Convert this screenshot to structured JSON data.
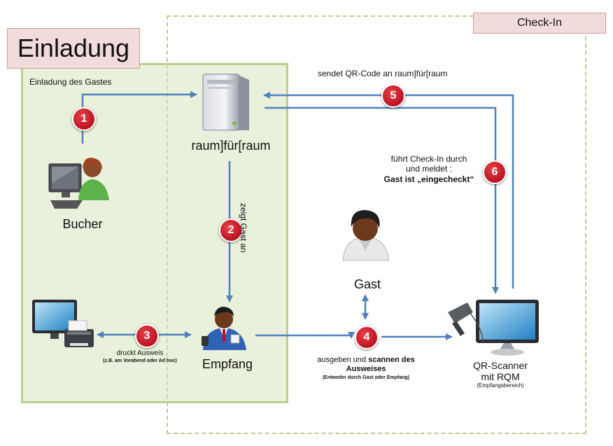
{
  "header": {
    "einladung_title": "Einladung",
    "checkin_title": "Check-In"
  },
  "labels": {
    "einladung_des_gastes": "Einladung des Gastes",
    "sendet_qr": "sendet QR-Code an raum]für[raum",
    "zeigt_gast_an": "zeigt Gast an",
    "fuehrt_checkin_line1": "führt Check-In durch",
    "fuehrt_checkin_line2": "und meldet :",
    "gast_eingecheckt": "Gast ist „eingecheckt“",
    "druckt_ausweis": "druckt Ausweis",
    "druckt_ausweis_sub": "(z.B. am Vorabend oder Ad hoc)",
    "ausgeben_prefix": "ausgeben und",
    "ausgeben_bold1": "scannen des",
    "ausgeben_bold2": "Ausweises",
    "ausgeben_sub": "(Entweder durch Gast oder Empfang)"
  },
  "nodes": {
    "server": "raum]für[raum",
    "bucher": "Bucher",
    "empfang": "Empfang",
    "gast": "Gast",
    "scanner_line1": "QR-Scanner",
    "scanner_line2": "mit RQM",
    "scanner_sub": "(Empfangsbereich)"
  },
  "steps": [
    "1",
    "2",
    "3",
    "4",
    "5",
    "6"
  ],
  "colors": {
    "arrow": "#4f81bd",
    "badge": "#c0101e",
    "panel_fill": "#d7e4bd",
    "panel_border": "#b9cf8e",
    "title_fill": "#f2dcdb"
  }
}
